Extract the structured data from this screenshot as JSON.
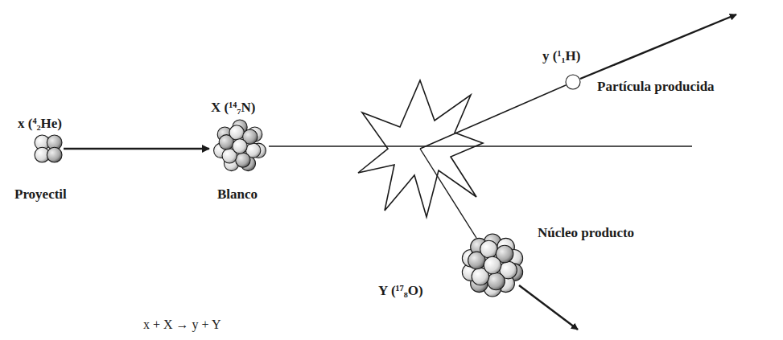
{
  "diagram": {
    "nodes": [
      {
        "text": [
          "x (⁴₂He)",
          "Proyectil"
        ]
      },
      {
        "text": [
          "X (¹⁴₇N)",
          "Blanco"
        ]
      },
      {
        "text": [
          "y (¹₁H)",
          "Partícula producida"
        ]
      },
      {
        "text": [
          "Y (¹⁷₈O)",
          "Núcleo producto"
        ]
      }
    ],
    "edges": [
      {
        "from": 0,
        "to": 1,
        "arrow": "to"
      }
    ],
    "labels": [
      "x + X → y + Y"
    ]
  }
}
